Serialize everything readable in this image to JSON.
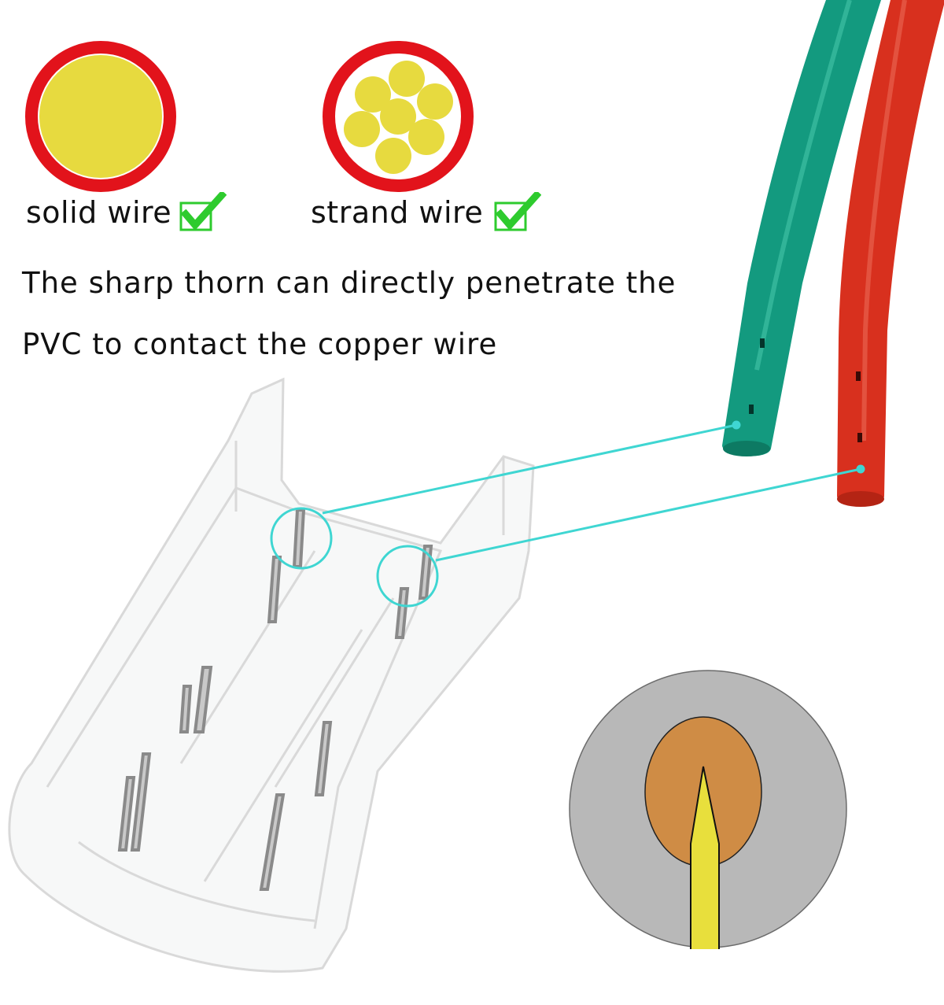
{
  "labels": {
    "solid_wire": "solid wire",
    "strand_wire": "strand wire"
  },
  "caption": {
    "line1": "The sharp thorn can directly penetrate the",
    "line2": "PVC to contact the copper wire"
  },
  "icons": {
    "solid": "solid-wire-cross-section-icon",
    "strand": "strand-wire-cross-section-icon",
    "check": "check-mark-icon",
    "thorn": "thorn-penetration-diagram-icon"
  },
  "colors": {
    "insulation_ring": "#e2131b",
    "conductor": "#e7da3f",
    "green_wire": "#139a7f",
    "red_wire": "#d8301e",
    "callout": "#3fd6d2",
    "check": "#2ecb2e",
    "pvc_grey": "#b8b8b8",
    "copper": "#cf8c45",
    "thorn": "#e8df3c"
  }
}
